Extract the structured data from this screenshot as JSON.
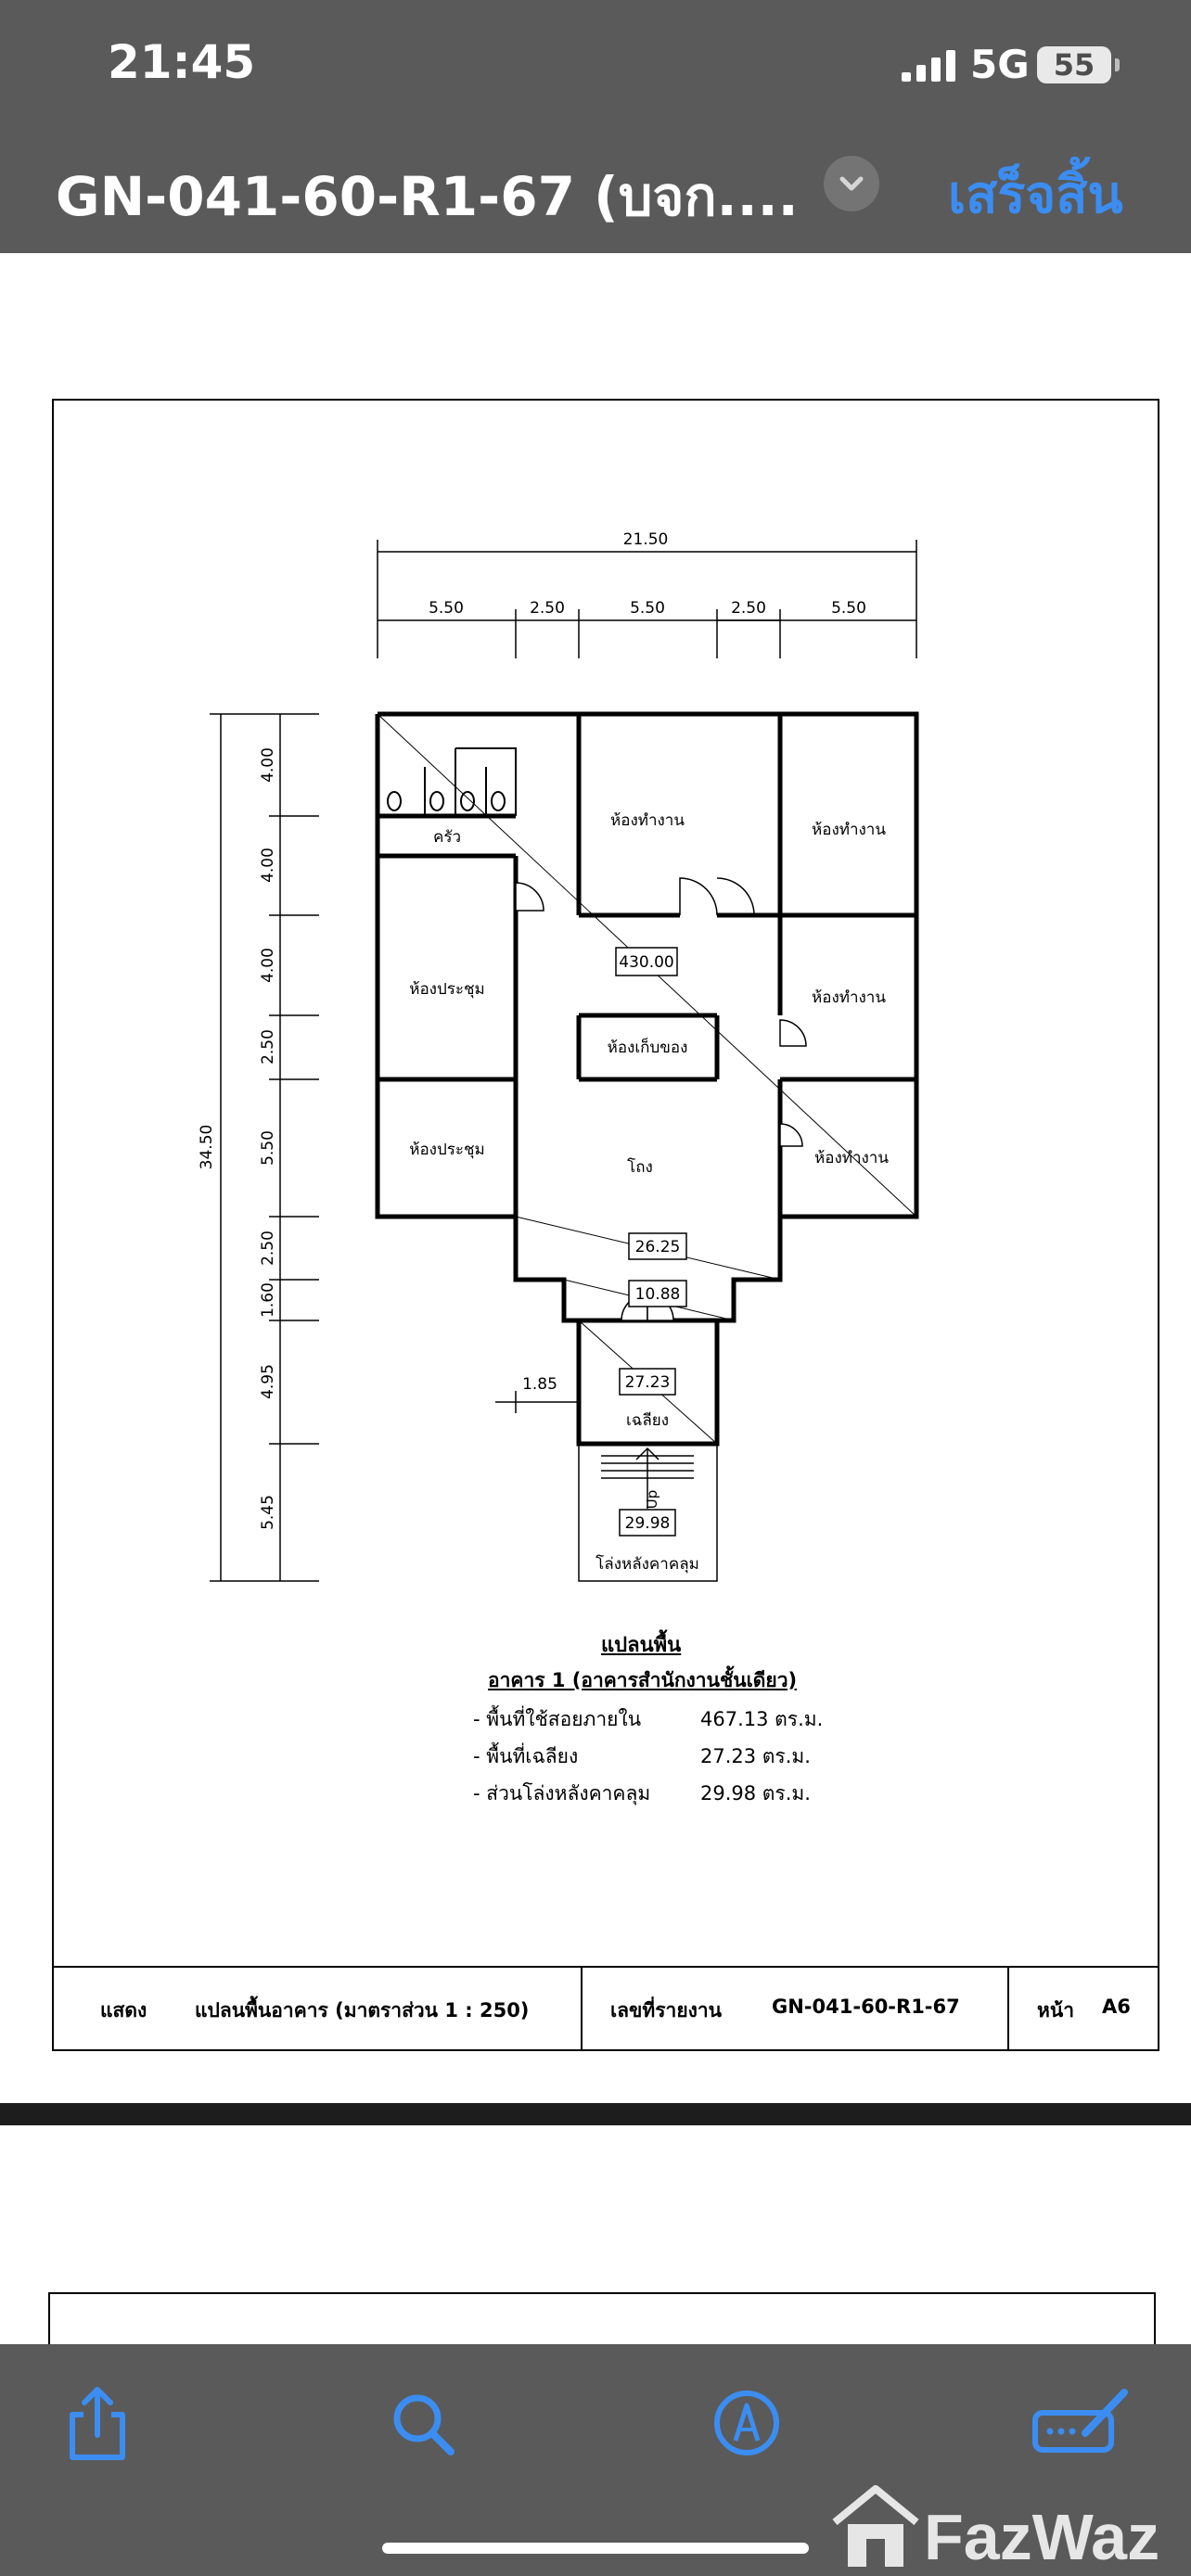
{
  "status_bar": {
    "time": "21:45",
    "network": "5G",
    "battery": "55"
  },
  "nav": {
    "title": "GN-041-60-R1-67 (บจก....",
    "done_label": "เสร็จสิ้น",
    "accent_color": "#3b8df2"
  },
  "plan": {
    "dims_top": {
      "overall": "21.50",
      "segments": [
        "5.50",
        "2.50",
        "5.50",
        "2.50",
        "5.50"
      ]
    },
    "dims_left": {
      "overall": "34.50",
      "segments": [
        "4.00",
        "4.00",
        "4.00",
        "2.50",
        "5.50",
        "2.50",
        "1.60",
        "4.95",
        "5.45"
      ]
    },
    "dim_porch_offset": "1.85",
    "rooms": {
      "kitchen": "ครัว",
      "office_top": "ห้องทำงาน",
      "office_right_1": "ห้องทำงาน",
      "office_right_2": "ห้องทำงาน",
      "office_right_3": "ห้องทำงาน",
      "meeting_1": "ห้องประชุม",
      "meeting_2": "ห้องประชุม",
      "storage": "ห้องเก็บของ",
      "hall": "โถง",
      "porch": "เฉลียง",
      "carport": "โล่งหลังคาคลุม",
      "stair_label": "Up"
    },
    "area_tags": [
      "430.00",
      "26.25",
      "10.88",
      "27.23",
      "29.98"
    ]
  },
  "caption": {
    "title": "แปลนพื้น",
    "subtitle": "อาคาร 1 (อาคารสำนักงานชั้นเดียว)",
    "areas": [
      {
        "label": "- พื้นที่ใช้สอยภายใน",
        "value": "467.13 ตร.ม."
      },
      {
        "label": "- พื้นที่เฉลียง",
        "value": "27.23 ตร.ม."
      },
      {
        "label": "- ส่วนโล่งหลังคาคลุม",
        "value": "29.98 ตร.ม."
      }
    ]
  },
  "title_block": {
    "show_label": "แสดง",
    "drawing_name": "แปลนพื้นอาคาร (มาตราส่วน 1 : 250)",
    "report_label": "เลขที่รายงาน",
    "report_no": "GN-041-60-R1-67",
    "page_label": "หน้า",
    "page_no": "A6"
  },
  "toolbar": {
    "icons": [
      "share-icon",
      "search-icon",
      "markup-icon",
      "edit-icon"
    ]
  },
  "watermark": {
    "text": "FazWaz"
  }
}
